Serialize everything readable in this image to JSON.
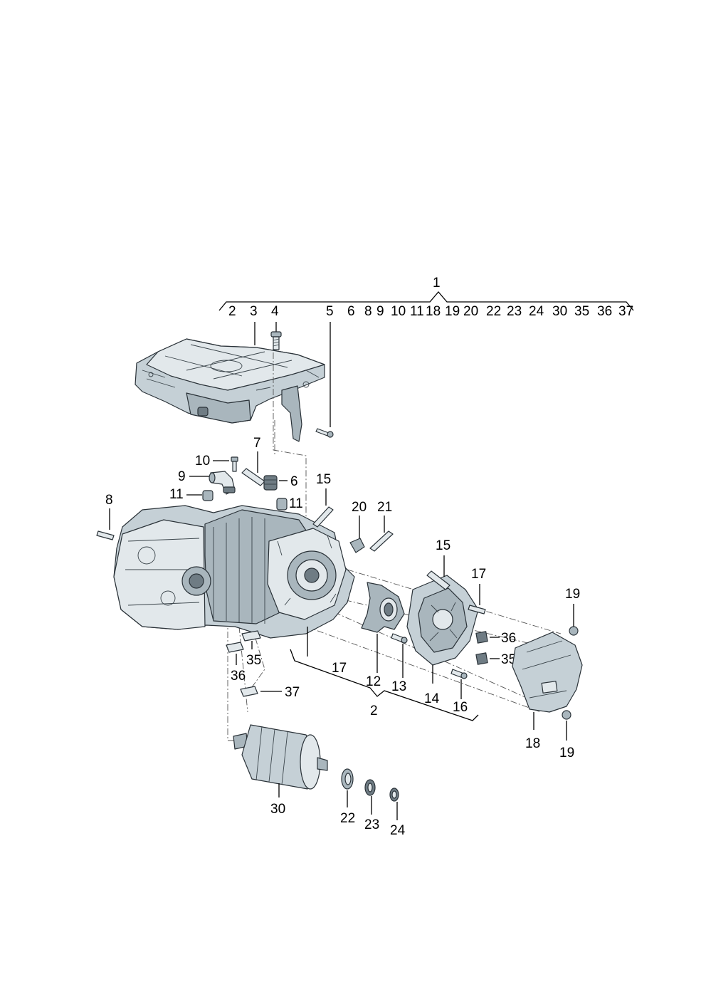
{
  "diagram": {
    "labels": {
      "l1": "1",
      "l2a": "2",
      "l3": "3",
      "l4": "4",
      "l5": "5",
      "l6a": "6",
      "l8a": "8",
      "l9a": "9",
      "l10a": "10",
      "l11a": "11",
      "l18a": "18",
      "l19a": "19",
      "l20a": "20",
      "l22a": "22",
      "l23a": "23",
      "l24a": "24",
      "l30a": "30",
      "l35a": "35",
      "l36a": "36",
      "l37a": "37",
      "l7": "7",
      "l10": "10",
      "l9": "9",
      "l6": "6",
      "l11": "11",
      "l11b": "11",
      "l8": "8",
      "l15": "15",
      "l20": "20",
      "l21": "21",
      "l15b": "15",
      "l17": "17",
      "l19": "19",
      "l36": "36",
      "l35": "35",
      "l35b": "35",
      "l36b": "36",
      "l37": "37",
      "l17b": "17",
      "l12": "12",
      "l13": "13",
      "l14": "14",
      "l16": "16",
      "l2": "2",
      "l18": "18",
      "l19b": "19",
      "l30": "30",
      "l22": "22",
      "l23": "23",
      "l24": "24"
    }
  }
}
